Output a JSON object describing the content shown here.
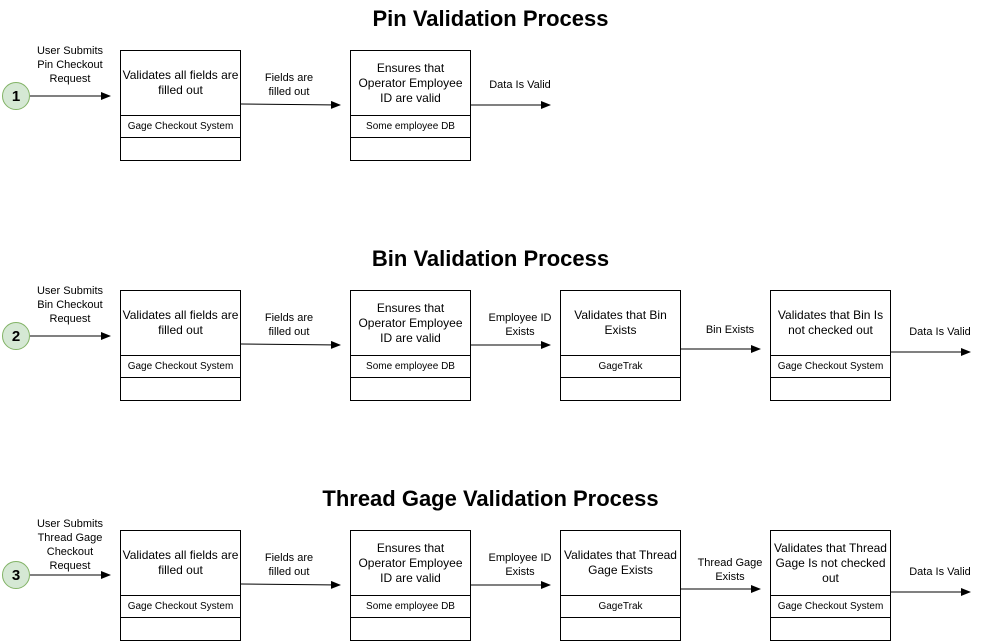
{
  "processes": [
    {
      "title": "Pin Validation Process",
      "number": "1",
      "start_label": "User Submits Pin Checkout Request",
      "steps": [
        {
          "text": "Validates all fields are filled out",
          "system": "Gage Checkout System"
        },
        {
          "text": "Ensures that Operator Employee ID are valid",
          "system": "Some employee DB"
        }
      ],
      "arrow_labels": [
        "Fields are filled out",
        "Data Is Valid"
      ]
    },
    {
      "title": "Bin Validation Process",
      "number": "2",
      "start_label": "User Submits Bin Checkout Request",
      "steps": [
        {
          "text": "Validates all fields are filled out",
          "system": "Gage Checkout System"
        },
        {
          "text": "Ensures that Operator Employee ID are valid",
          "system": "Some employee DB"
        },
        {
          "text": "Validates that Bin Exists",
          "system": "GageTrak"
        },
        {
          "text": "Validates that Bin Is not checked out",
          "system": "Gage Checkout System"
        }
      ],
      "arrow_labels": [
        "Fields are filled out",
        "Employee ID Exists",
        "Bin Exists",
        "Data Is Valid"
      ]
    },
    {
      "title": "Thread Gage Validation Process",
      "number": "3",
      "start_label": "User Submits Thread Gage Checkout Request",
      "steps": [
        {
          "text": "Validates all fields are filled out",
          "system": "Gage Checkout System"
        },
        {
          "text": "Ensures that Operator Employee ID are valid",
          "system": "Some employee DB"
        },
        {
          "text": "Validates that Thread Gage Exists",
          "system": "GageTrak"
        },
        {
          "text": "Validates that Thread Gage Is not checked out",
          "system": "Gage Checkout System"
        }
      ],
      "arrow_labels": [
        "Fields are filled out",
        "Employee ID Exists",
        "Thread Gage Exists",
        "Data Is Valid"
      ]
    }
  ],
  "colors": {
    "start_fill": "#d5e8d4",
    "start_stroke": "#82b366"
  }
}
